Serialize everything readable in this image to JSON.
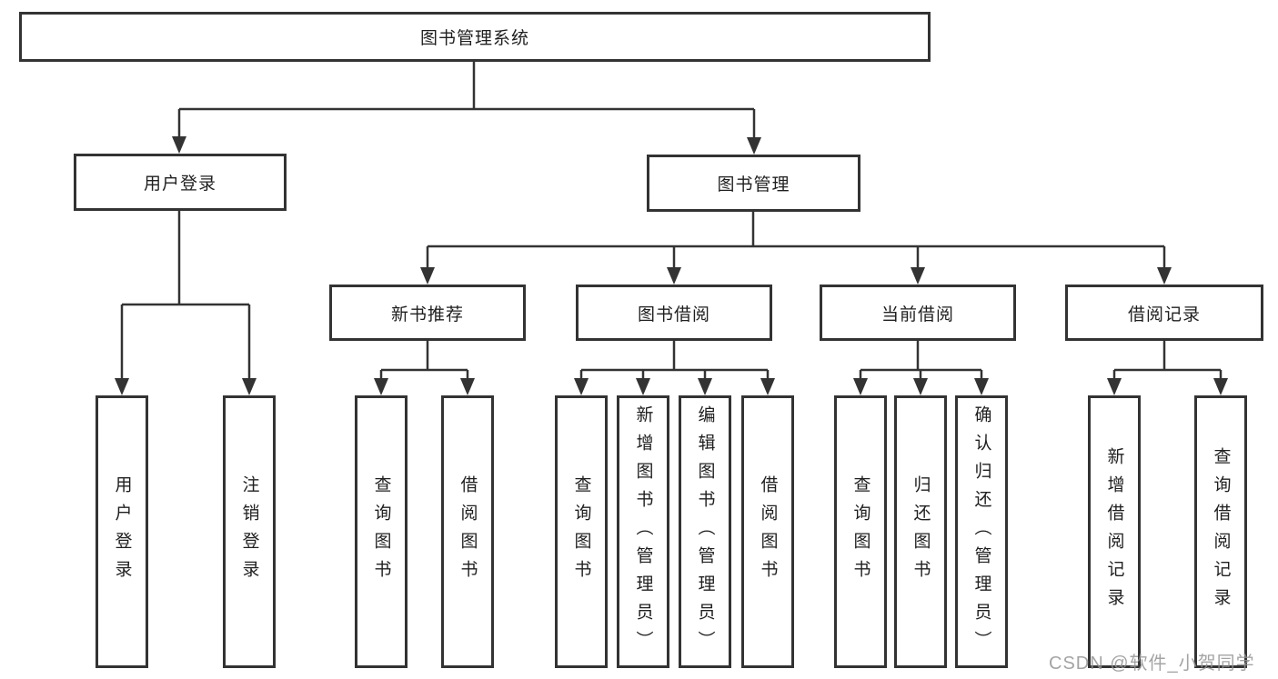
{
  "title": "图书管理系统",
  "watermark": "CSDN @软件_小贺同学",
  "colors": {
    "line": "#333333",
    "box_border": "#333333",
    "text": "#1f1f1f",
    "watermark": "#949494"
  },
  "tree": {
    "root": "图书管理系统",
    "level2": [
      "用户登录",
      "图书管理"
    ],
    "level3": [
      "新书推荐",
      "图书借阅",
      "当前借阅",
      "借阅记录"
    ],
    "leaves": {
      "user_login": [
        "用户登录",
        "注销登录"
      ],
      "new_book_rec": [
        "查询图书",
        "借阅图书"
      ],
      "book_borrow": [
        "查询图书",
        "新增图书（管理员）",
        "编辑图书（管理员）",
        "借阅图书"
      ],
      "current_borrow": [
        "查询图书",
        "归还图书",
        "确认归还（管理员）"
      ],
      "borrow_records": [
        "新增借阅记录",
        "查询借阅记录"
      ]
    }
  }
}
